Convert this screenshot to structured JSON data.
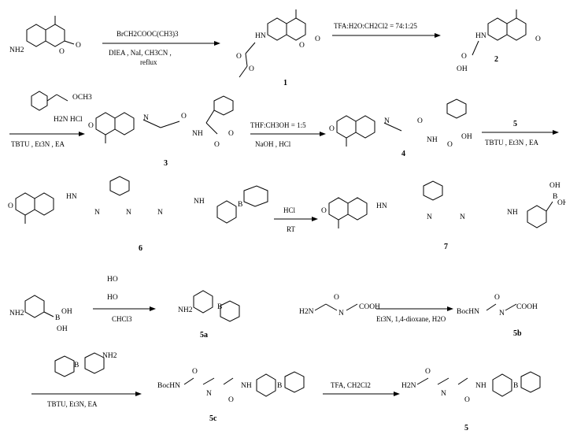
{
  "scheme": {
    "step1": {
      "reagent_top": "BrCH2COOC(CH3)3",
      "reagent_bottom": "DIEA , NaI,  CH3CN ,",
      "reagent_bottom2": "reflux"
    },
    "step2": {
      "reagent_top": "TFA:H2O:CH2Cl2 = 74:1:25"
    },
    "step3": {
      "reagent_extra": "OCH3",
      "reagent_extra2": "H2N  HCl",
      "reagent_bottom": "TBTU , Et3N , EA"
    },
    "step4": {
      "reagent_top": "THF:CH3OH = 1:5",
      "reagent_bottom": "NaOH , HCl"
    },
    "step5": {
      "reagent_top": "5",
      "reagent_bottom": "TBTU , Et3N , EA"
    },
    "step6": {
      "reagent_top": "HCl",
      "reagent_bottom": "RT"
    },
    "step7": {
      "reagent_bottom": "CHCl3",
      "reagent_ho1": "HO",
      "reagent_ho2": "HO"
    },
    "step8": {
      "reagent_bottom": "Et3N, 1,4-dioxane, H2O"
    },
    "step9": {
      "reagent_bottom": "TBTU, Et3N, EA"
    },
    "step10": {
      "reagent_top": "TFA, CH2Cl2"
    },
    "compounds": [
      "1",
      "2",
      "3",
      "4",
      "6",
      "7",
      "5a",
      "5b",
      "5c",
      "5"
    ],
    "atoms": {
      "nh2": "NH2",
      "o": "O",
      "hn": "HN",
      "nh": "NH",
      "h": "H",
      "n": "N",
      "oh": "OH",
      "b": "B",
      "cooh": "COOH",
      "h2n": "H2N",
      "bochn": "BocHN"
    }
  }
}
